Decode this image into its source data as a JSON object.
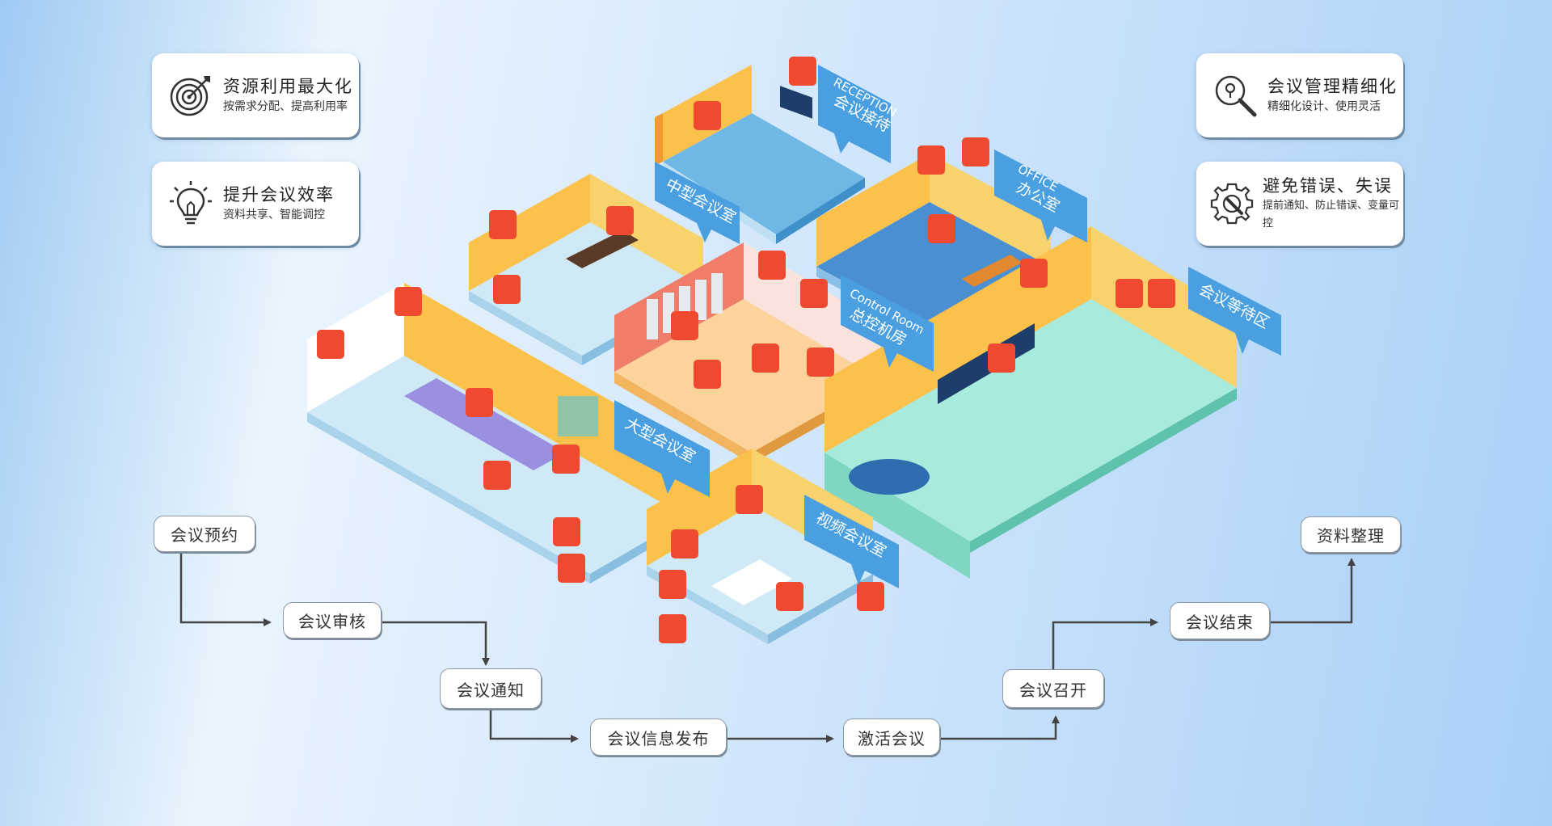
{
  "feature_cards": [
    {
      "title": "资源利用最大化",
      "subtitle": "按需求分配、提高利用率",
      "icon": "target-icon"
    },
    {
      "title": "提升会议效率",
      "subtitle": "资料共享、智能调控",
      "icon": "lightbulb-icon"
    },
    {
      "title": "会议管理精细化",
      "subtitle": "精细化设计、使用灵活",
      "icon": "magnifier-icon"
    },
    {
      "title": "避免错误、失误",
      "subtitle": "提前通知、防止错误、变量可控",
      "icon": "gear-wrench-icon"
    }
  ],
  "rooms": {
    "reception": {
      "en": "RECEPTION",
      "cn": "会议接待"
    },
    "medium": {
      "cn": "中型会议室"
    },
    "office": {
      "en": "OFFICE",
      "cn": "办公室"
    },
    "control": {
      "en": "Control Room",
      "cn": "总控机房"
    },
    "waiting": {
      "cn": "会议等待区"
    },
    "large": {
      "cn": "大型会议室"
    },
    "video": {
      "cn": "视频会议室"
    }
  },
  "flow_steps": [
    {
      "label": "会议预约"
    },
    {
      "label": "会议审核"
    },
    {
      "label": "会议通知"
    },
    {
      "label": "会议信息发布"
    },
    {
      "label": "激活会议"
    },
    {
      "label": "会议召开"
    },
    {
      "label": "会议结束"
    },
    {
      "label": "资料整理"
    }
  ],
  "colors": {
    "bubble": "#4a9fe0",
    "tag": "#ef4a2f",
    "wall": "#fbc14b",
    "wall_dark": "#f39a2c",
    "floor_blue": "#6fb8e6",
    "floor_light": "#cfe9f7",
    "floor_peach": "#fcd39a",
    "floor_mint": "#a8ebdc",
    "arrow": "#444444"
  }
}
